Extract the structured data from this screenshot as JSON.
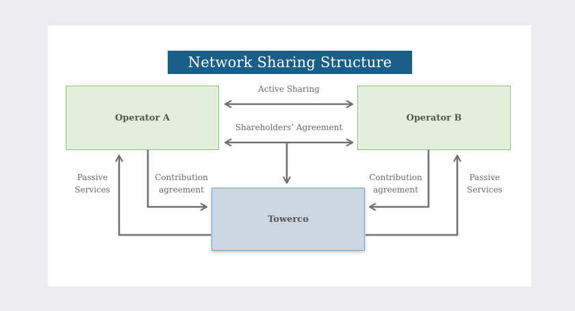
{
  "diagram": {
    "title": "Network Sharing Structure",
    "nodes": {
      "operator_a": "Operator A",
      "operator_b": "Operator B",
      "towerco": "Towerco"
    },
    "edges": {
      "active_sharing": "Active Sharing",
      "shareholders_agreement": "Shareholders’ Agreement",
      "passive_left": [
        "Passive",
        "Services"
      ],
      "contribution_left": [
        "Contribution",
        "agreement"
      ],
      "contribution_right": [
        "Contribution",
        "agreement"
      ],
      "passive_right": [
        "Passive",
        "Services"
      ]
    },
    "colors": {
      "title_bg": "#1a5e8a",
      "operator_fill": "#e3eedb",
      "operator_border": "#88c079",
      "towerco_fill": "#cdd7e3",
      "towerco_border": "#6fa2c3",
      "arrow": "#707070"
    }
  }
}
